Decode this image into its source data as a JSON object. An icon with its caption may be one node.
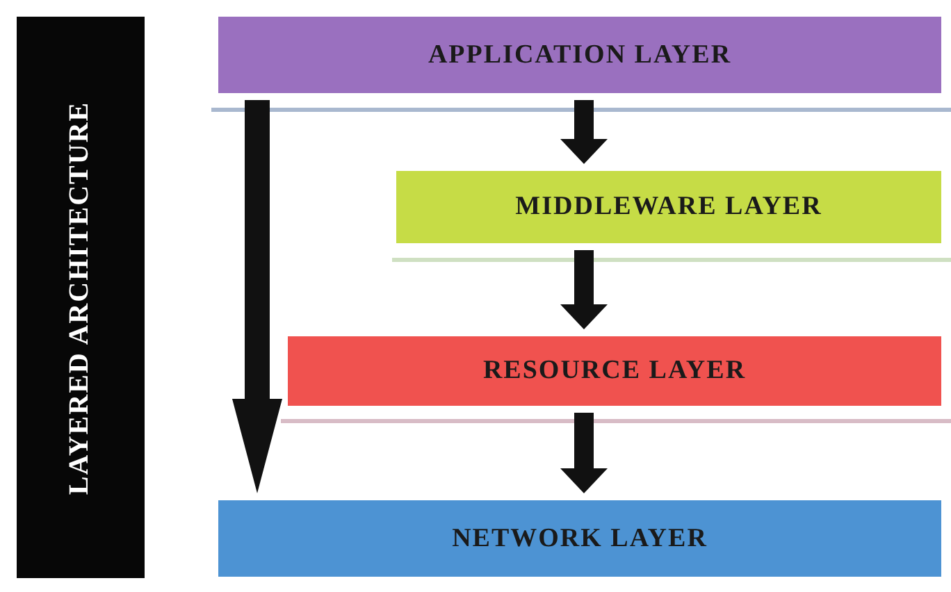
{
  "diagram": {
    "nodes": [
      {
        "text": [
          "LAYERED ARCHITECTURE"
        ]
      },
      {
        "text": [
          "APPLICATION LAYER"
        ]
      },
      {
        "text": [
          "MIDDLEWARE LAYER"
        ]
      },
      {
        "text": [
          "RESOURCE LAYER"
        ]
      },
      {
        "text": [
          "NETWORK LAYER"
        ]
      }
    ],
    "edges": [
      {
        "from": 1,
        "to": 4,
        "arrow": "to"
      },
      {
        "from": 1,
        "to": 2,
        "arrow": "to"
      },
      {
        "from": 2,
        "to": 3,
        "arrow": "to"
      },
      {
        "from": 3,
        "to": 4,
        "arrow": "to"
      }
    ]
  }
}
